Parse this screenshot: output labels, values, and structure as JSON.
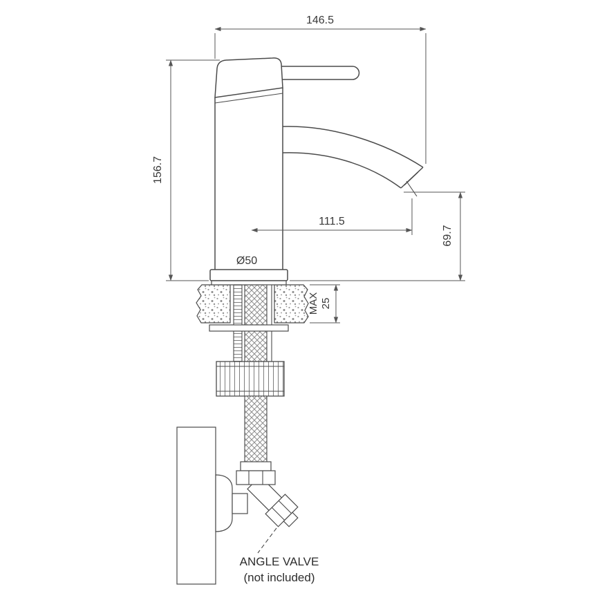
{
  "drawing": {
    "dimensions": {
      "overall_projection": "146.5",
      "overall_height": "156.7",
      "spout_reach": "111.5",
      "spout_outlet_height": "69.7",
      "base_diameter": "Ø50",
      "deck_thickness_label": "MAX",
      "deck_thickness_value": "25"
    },
    "labels": {
      "angle_valve_title": "ANGLE VALVE",
      "angle_valve_note": "(not included)"
    },
    "colors": {
      "line": "#4a4a4a",
      "dimension_line": "#565656",
      "text": "#383838",
      "background": "#ffffff"
    }
  }
}
